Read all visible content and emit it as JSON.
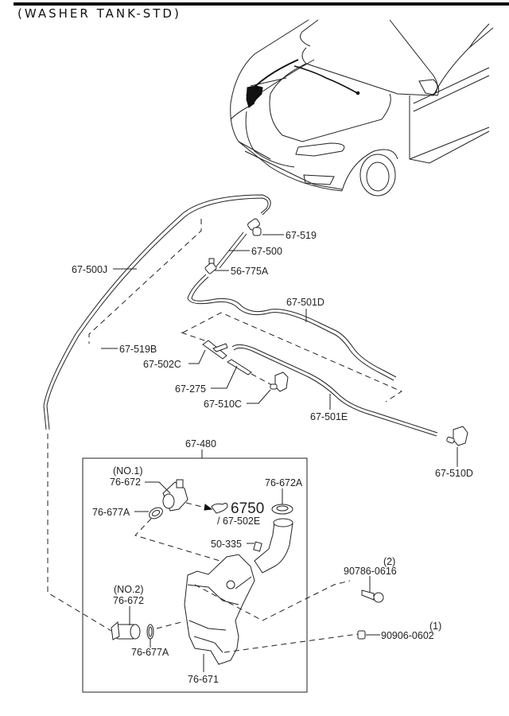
{
  "title": "(WASHER TANK-STD)",
  "group_box_label": "67-480",
  "labels": {
    "p67_519": "67-519",
    "p67_500": "67-500",
    "p67_500J": "67-500J",
    "p56_775A": "56-775A",
    "p67_501D": "67-501D",
    "p67_519B": "67-519B",
    "p67_502C": "67-502C",
    "p67_275": "67-275",
    "p67_510C": "67-510C",
    "p67_501E": "67-501E",
    "p67_510D": "67-510D",
    "pump1_qty": "(NO.1)",
    "pump1": "76-672",
    "seal1": "76-677A",
    "ref6750": "6750",
    "ref67_502E": "/ 67-502E",
    "cap": "76-672A",
    "clip": "50-335",
    "pump2_qty": "(NO.2)",
    "pump2": "76-672",
    "seal2": "76-677A",
    "tank": "76-671",
    "screw_qty": "(2)",
    "screw": "90786-0616",
    "nut_qty": "(1)",
    "nut": "90906-0602"
  }
}
